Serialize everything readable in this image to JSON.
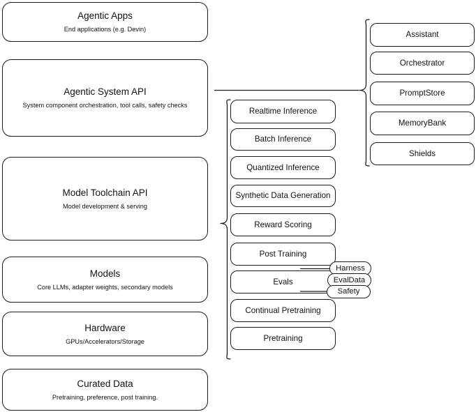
{
  "diagram": {
    "title": "AI Stack Layers Architecture Diagram",
    "stroke_color": "#1a1a1a",
    "background_color": "#ffffff"
  },
  "stack_layers": [
    {
      "id": "agentic-apps",
      "title": "Agentic Apps",
      "subtitle": "End applications (e.g. Devin)"
    },
    {
      "id": "agentic-system-api",
      "title": "Agentic System API",
      "subtitle": "System component orchestration, tool calls, safety checks"
    },
    {
      "id": "model-toolchain-api",
      "title": "Model Toolchain API",
      "subtitle": "Model development & serving"
    },
    {
      "id": "models",
      "title": "Models",
      "subtitle": "Core LLMs, adapter weights, secondary models"
    },
    {
      "id": "hardware",
      "title": "Hardware",
      "subtitle": "GPUs/Accelerators/Storage"
    },
    {
      "id": "curated-data",
      "title": "Curated Data",
      "subtitle": "Pretraining, preference, post training."
    }
  ],
  "toolchain_capabilities": [
    {
      "id": "realtime-inference",
      "label": "Realtime Inference"
    },
    {
      "id": "batch-inference",
      "label": "Batch Inference"
    },
    {
      "id": "quantized-inference",
      "label": "Quantized Inference"
    },
    {
      "id": "synthetic-data-generation",
      "label": "Synthetic Data Generation"
    },
    {
      "id": "reward-scoring",
      "label": "Reward Scoring"
    },
    {
      "id": "post-training",
      "label": "Post Training"
    },
    {
      "id": "evals",
      "label": "Evals"
    },
    {
      "id": "continual-pretraining",
      "label": "Continual Pretraining"
    },
    {
      "id": "pretraining",
      "label": "Pretraining"
    }
  ],
  "evals_subcomponents": [
    {
      "id": "harness",
      "label": "Harness"
    },
    {
      "id": "evaldata",
      "label": "EvalData"
    },
    {
      "id": "safety",
      "label": "Safety"
    }
  ],
  "agentic_system_components": [
    {
      "id": "assistant",
      "label": "Assistant"
    },
    {
      "id": "orchestrator",
      "label": "Orchestrator"
    },
    {
      "id": "promptstore",
      "label": "PromptStore"
    },
    {
      "id": "memorybank",
      "label": "MemoryBank"
    },
    {
      "id": "shields",
      "label": "Shields"
    }
  ]
}
